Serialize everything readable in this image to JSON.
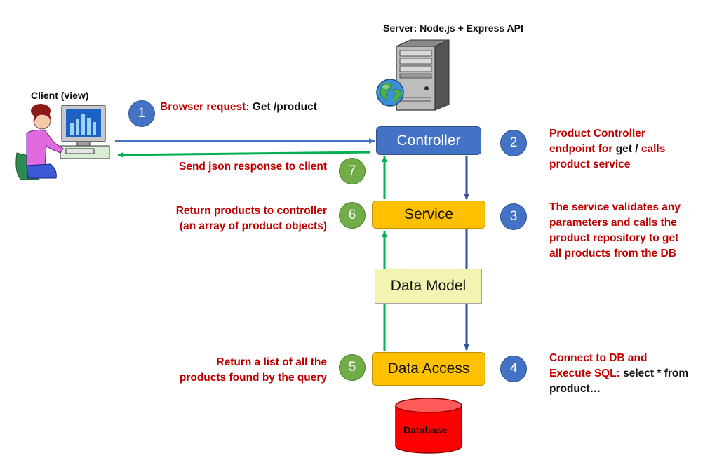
{
  "labels": {
    "server": "Server: Node.js + Express API",
    "client": "Client (view)"
  },
  "boxes": {
    "controller": "Controller",
    "service": "Service",
    "data_model": "Data Model",
    "data_access": "Data Access",
    "database": "Database"
  },
  "steps": [
    {
      "num": "1",
      "lines": [
        {
          "red": "Browser request: ",
          "black": "Get /product"
        }
      ]
    },
    {
      "num": "2",
      "lines": [
        {
          "red": "Product Controller",
          "black": ""
        },
        {
          "red": "endpoint for ",
          "black": "get /",
          "red2": " calls"
        },
        {
          "red": "product service",
          "black": ""
        }
      ]
    },
    {
      "num": "3",
      "lines": [
        "The service validates any",
        "parameters and calls the",
        "product repository to get",
        "all products from the DB"
      ]
    },
    {
      "num": "4",
      "lines": [
        {
          "red": "Connect to DB and",
          "black": ""
        },
        {
          "red": "Execute SQL: ",
          "black": "select * from"
        },
        {
          "red": "",
          "black": "product…"
        }
      ]
    },
    {
      "num": "5",
      "lines": [
        "Return a list of all the",
        "products found by the query"
      ]
    },
    {
      "num": "6",
      "lines": [
        "Return products to controller",
        "(an array of product objects)"
      ]
    },
    {
      "num": "7",
      "lines": [
        "Send json response to client"
      ]
    }
  ],
  "colors": {
    "blue": "#4472c4",
    "green": "#70ad47",
    "green_arrow": "#00b050",
    "dark_blue_arrow": "#2f5597",
    "red_text": "#c00000",
    "service": "#ffc000",
    "data_model": "#f2f4b1",
    "database": "#ff0000"
  },
  "icons": [
    "person-at-computer-icon",
    "server-tower-icon",
    "globe-icon",
    "database-cylinder-icon"
  ]
}
